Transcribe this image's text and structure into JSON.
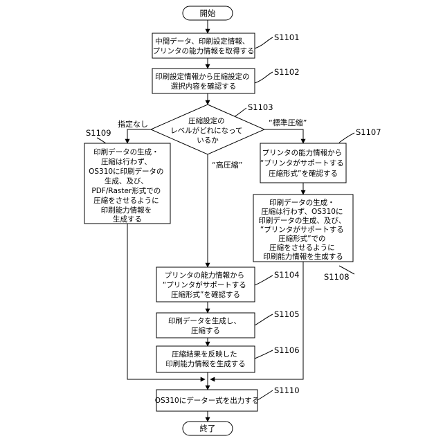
{
  "terminals": {
    "start": "開始",
    "end": "終了"
  },
  "steps": {
    "s1101": {
      "id": "S1101",
      "lines": [
        "中間データ、印刷設定情報、",
        "プリンタの能力情報を取得する"
      ]
    },
    "s1102": {
      "id": "S1102",
      "lines": [
        "印刷設定情報から圧縮設定の",
        "選択内容を確認する"
      ]
    },
    "s1103": {
      "id": "S1103",
      "lines": [
        "圧縮設定の",
        "レベルがどれになって",
        "いるか"
      ]
    },
    "s1109": {
      "id": "S1109",
      "lines": [
        "印刷データの生成・",
        "圧縮は行わず、",
        "OS310に印刷データの",
        "生成、及び、",
        "PDF/Raster形式での",
        "圧縮をさせるように",
        "印刷能力情報を",
        "生成する"
      ]
    },
    "s1107": {
      "id": "S1107",
      "lines": [
        "プリンタの能力情報から",
        "“プリンタがサポートする",
        "圧縮形式”を確認する"
      ]
    },
    "s1108": {
      "id": "S1108",
      "lines": [
        "印刷データの生成・",
        "圧縮は行わず、OS310に",
        "印刷データの生成、及び、",
        "“プリンタがサポートする",
        "圧縮形式”での",
        "圧縮をさせるように",
        "印刷能力情報を生成する"
      ]
    },
    "s1104": {
      "id": "S1104",
      "lines": [
        "プリンタの能力情報から",
        "“プリンタがサポートする",
        "圧縮形式”を確認する"
      ]
    },
    "s1105": {
      "id": "S1105",
      "lines": [
        "印刷データを生成し、",
        "圧縮する"
      ]
    },
    "s1106": {
      "id": "S1106",
      "lines": [
        "圧縮結果を反映した",
        "印刷能力情報を生成する"
      ]
    },
    "s1110": {
      "id": "S1110",
      "lines": [
        "OS310にデーター式を出力する"
      ]
    }
  },
  "branches": {
    "none": "指定なし",
    "standard": "“標準圧縮”",
    "high": "“高圧縮”"
  }
}
